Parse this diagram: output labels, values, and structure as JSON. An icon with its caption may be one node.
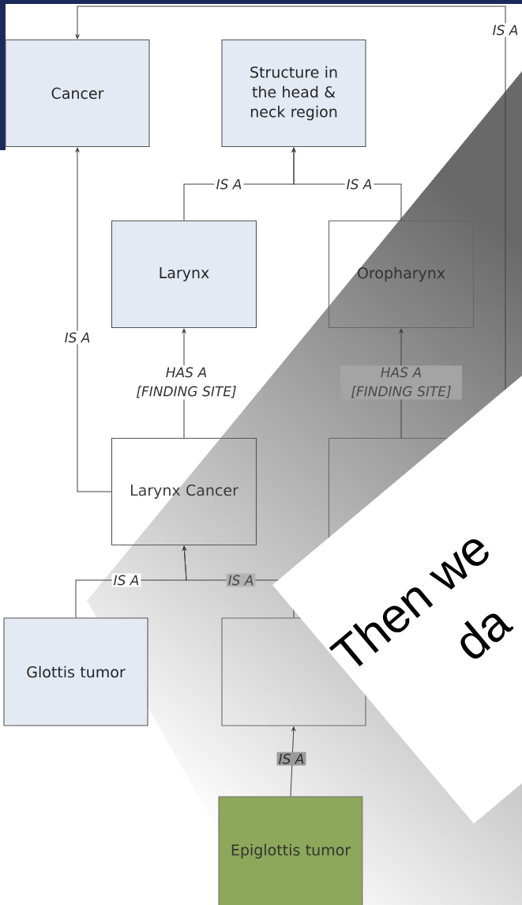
{
  "diagram": {
    "nodes": [
      {
        "text": [
          "Cancer"
        ]
      },
      {
        "text": [
          "Structure in the head & neck region"
        ]
      },
      {
        "text": [
          "Larynx"
        ]
      },
      {
        "text": [
          "Oropharynx"
        ]
      },
      {
        "text": [
          "Larynx Cancer"
        ]
      },
      {
        "text": [],
        "shape": "box"
      },
      {
        "text": [
          "Glottis tumor"
        ]
      },
      {
        "text": [],
        "shape": "box"
      },
      {
        "text": [
          "Epiglottis tumor"
        ]
      }
    ],
    "edges": [
      {
        "from": null,
        "to": 0,
        "arrow": "to",
        "label": "IS A"
      },
      {
        "from": 2,
        "to": 1,
        "arrow": "to",
        "label": "IS A"
      },
      {
        "from": 3,
        "to": 1,
        "arrow": "to",
        "label": "IS A"
      },
      {
        "from": 4,
        "to": 0,
        "arrow": "to",
        "label": "IS A"
      },
      {
        "from": 4,
        "to": 2,
        "arrow": "to",
        "label": "HAS A [FINDING SITE]"
      },
      {
        "from": 5,
        "to": 3,
        "arrow": "to",
        "label": "HAS A [FINDING SITE]"
      },
      {
        "from": 6,
        "to": 4,
        "arrow": "to",
        "label": "IS A"
      },
      {
        "from": 7,
        "to": 4,
        "arrow": "to",
        "label": "IS A"
      },
      {
        "from": 8,
        "to": 7,
        "arrow": "to",
        "label": "IS A"
      }
    ],
    "labels": [
      "Then we",
      "da"
    ]
  }
}
